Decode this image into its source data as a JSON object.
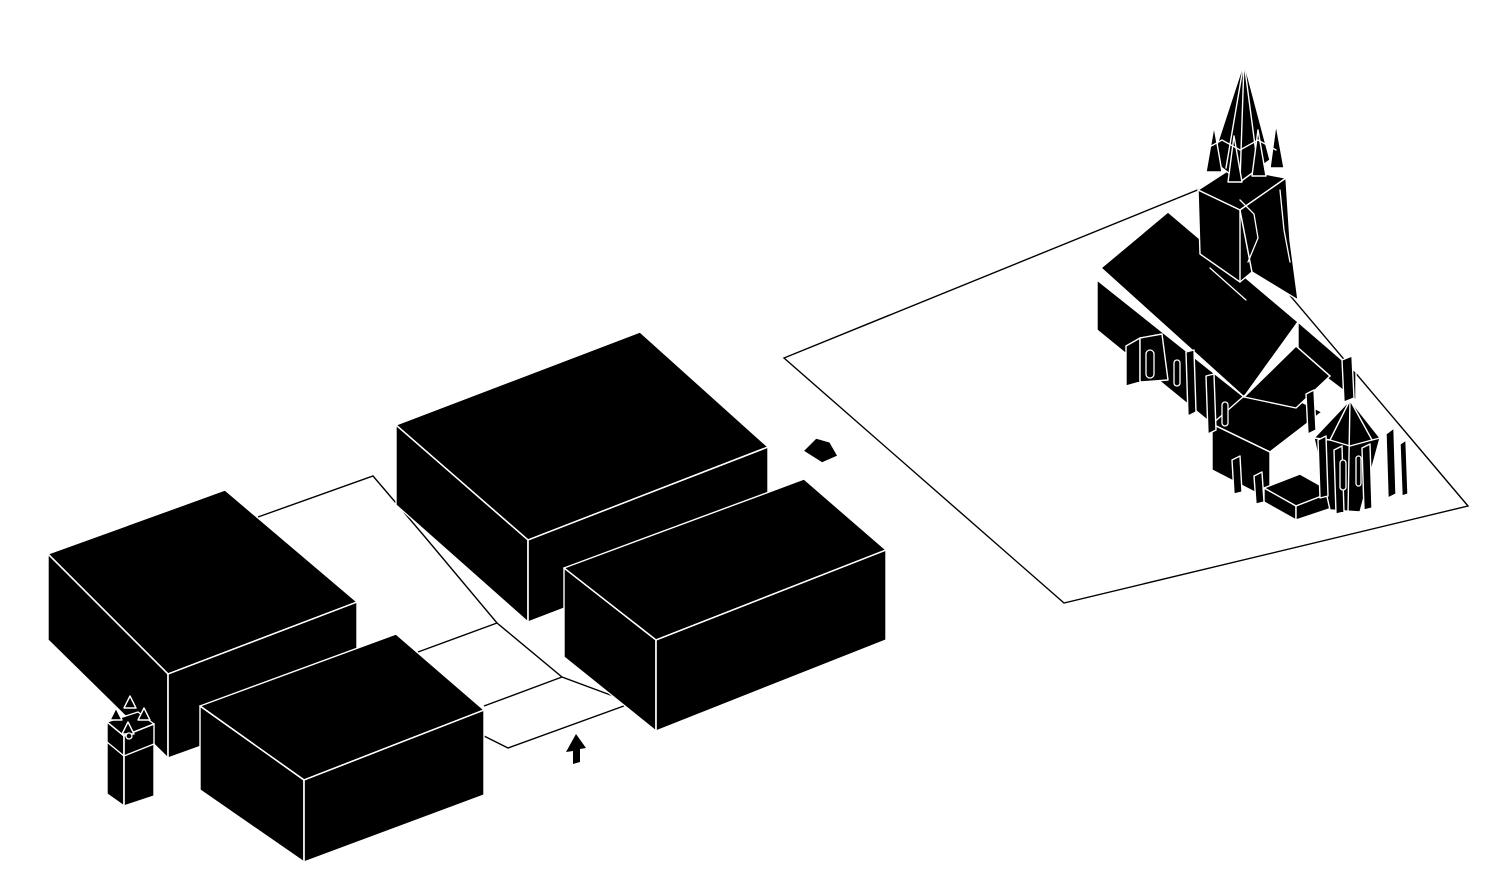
{
  "diagram": {
    "background_color": "#ffffff",
    "mass_color": "#000000",
    "edge_color": "#ffffff",
    "elements": [
      "plaza-outline",
      "church-site-outline",
      "block-west",
      "block-southwest",
      "block-north",
      "block-east",
      "small-tower",
      "small-pavilion",
      "entry-arrow-icon",
      "gothic-church"
    ]
  }
}
